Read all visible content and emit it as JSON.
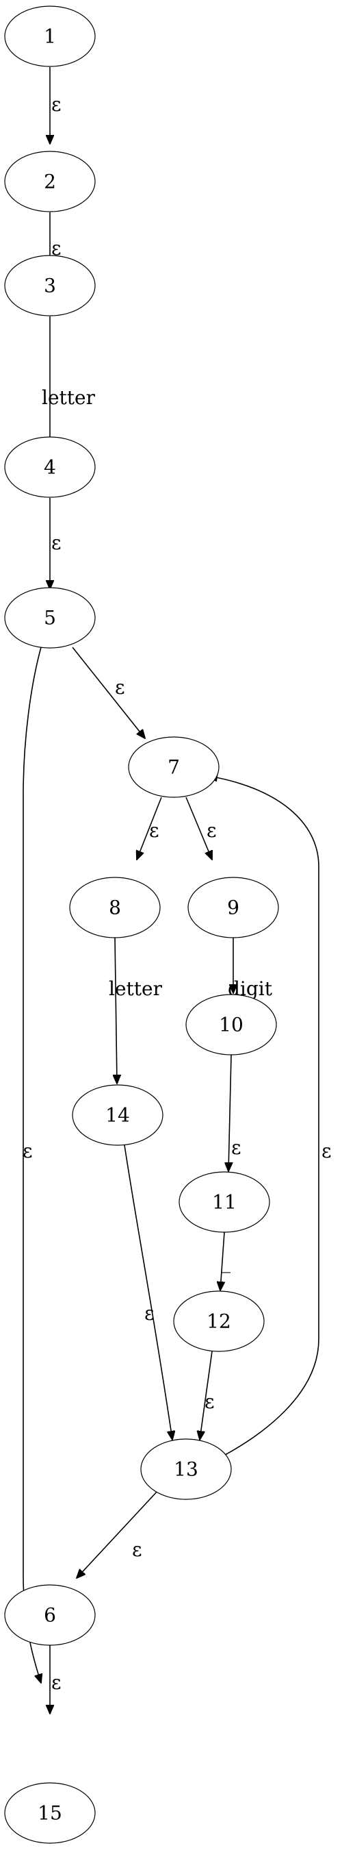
{
  "diagram": {
    "type": "state-transition-graph",
    "nodes": [
      {
        "id": "n1",
        "label": "1"
      },
      {
        "id": "n2",
        "label": "2"
      },
      {
        "id": "n3",
        "label": "3"
      },
      {
        "id": "n4",
        "label": "4"
      },
      {
        "id": "n5",
        "label": "5"
      },
      {
        "id": "n7",
        "label": "7"
      },
      {
        "id": "n8",
        "label": "8"
      },
      {
        "id": "n9",
        "label": "9"
      },
      {
        "id": "n10",
        "label": "10"
      },
      {
        "id": "n14",
        "label": "14"
      },
      {
        "id": "n11",
        "label": "11"
      },
      {
        "id": "n12",
        "label": "12"
      },
      {
        "id": "n13",
        "label": "13"
      },
      {
        "id": "n6",
        "label": "6"
      },
      {
        "id": "n15",
        "label": "15"
      }
    ],
    "edges": [
      {
        "id": "e1_2",
        "from": "1",
        "to": "2",
        "label": "ε"
      },
      {
        "id": "e2_3",
        "from": "2",
        "to": "3",
        "label": "ε"
      },
      {
        "id": "e3_4",
        "from": "3",
        "to": "4",
        "label": "letter"
      },
      {
        "id": "e4_5",
        "from": "4",
        "to": "5",
        "label": "ε"
      },
      {
        "id": "e5_7",
        "from": "5",
        "to": "7",
        "label": "ε"
      },
      {
        "id": "e5_6",
        "from": "5",
        "to": "6",
        "label": "ε"
      },
      {
        "id": "e7_8",
        "from": "7",
        "to": "8",
        "label": "ε"
      },
      {
        "id": "e7_9",
        "from": "7",
        "to": "9",
        "label": "ε"
      },
      {
        "id": "e8_14",
        "from": "8",
        "to": "14",
        "label": "letter"
      },
      {
        "id": "e9_10",
        "from": "9",
        "to": "10",
        "label": "digit"
      },
      {
        "id": "e10_11",
        "from": "10",
        "to": "11",
        "label": "ε"
      },
      {
        "id": "e11_12",
        "from": "11",
        "to": "12",
        "label": "_"
      },
      {
        "id": "e14_13",
        "from": "14",
        "to": "13",
        "label": "ε"
      },
      {
        "id": "e12_13",
        "from": "12",
        "to": "13",
        "label": "ε"
      },
      {
        "id": "e13_7",
        "from": "13",
        "to": "7",
        "label": "ε"
      },
      {
        "id": "e13_6",
        "from": "13",
        "to": "6",
        "label": "ε"
      },
      {
        "id": "e6_15",
        "from": "6",
        "to": "15",
        "label": "ε"
      }
    ]
  }
}
